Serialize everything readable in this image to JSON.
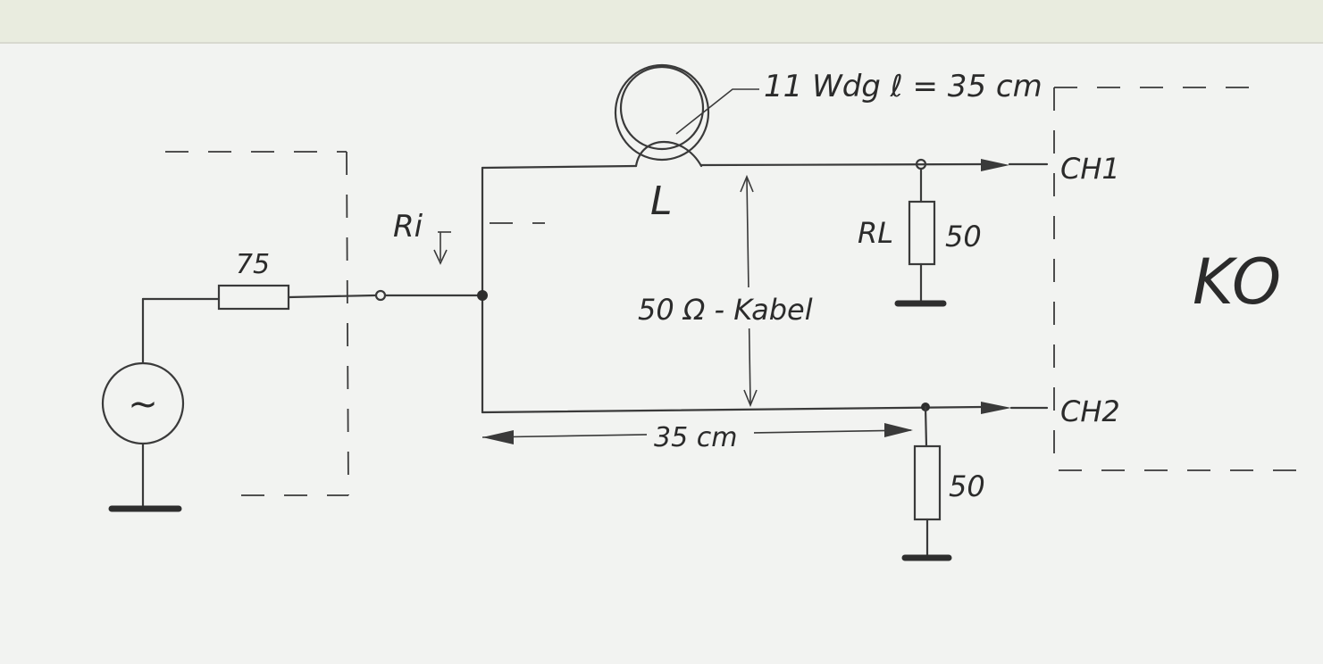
{
  "diagram": {
    "generator_symbol": "~",
    "series_resistor": "75",
    "source_resistance_label": "Ri",
    "inductor_label": "L",
    "coil_annotation": "11 Wdg  ℓ = 35 cm",
    "cable_label": "50 Ω - Kabel",
    "length_label": "35 cm",
    "load_resistor_label": "RL",
    "load_resistor_value": "50",
    "ch2_resistor_value": "50",
    "channel_1": "CH1",
    "channel_2": "CH2",
    "scope_label": "KO"
  },
  "colors": {
    "ink": "#3a3a3a",
    "paper": "#f2f3f1",
    "wall": "#e9ecdf"
  }
}
